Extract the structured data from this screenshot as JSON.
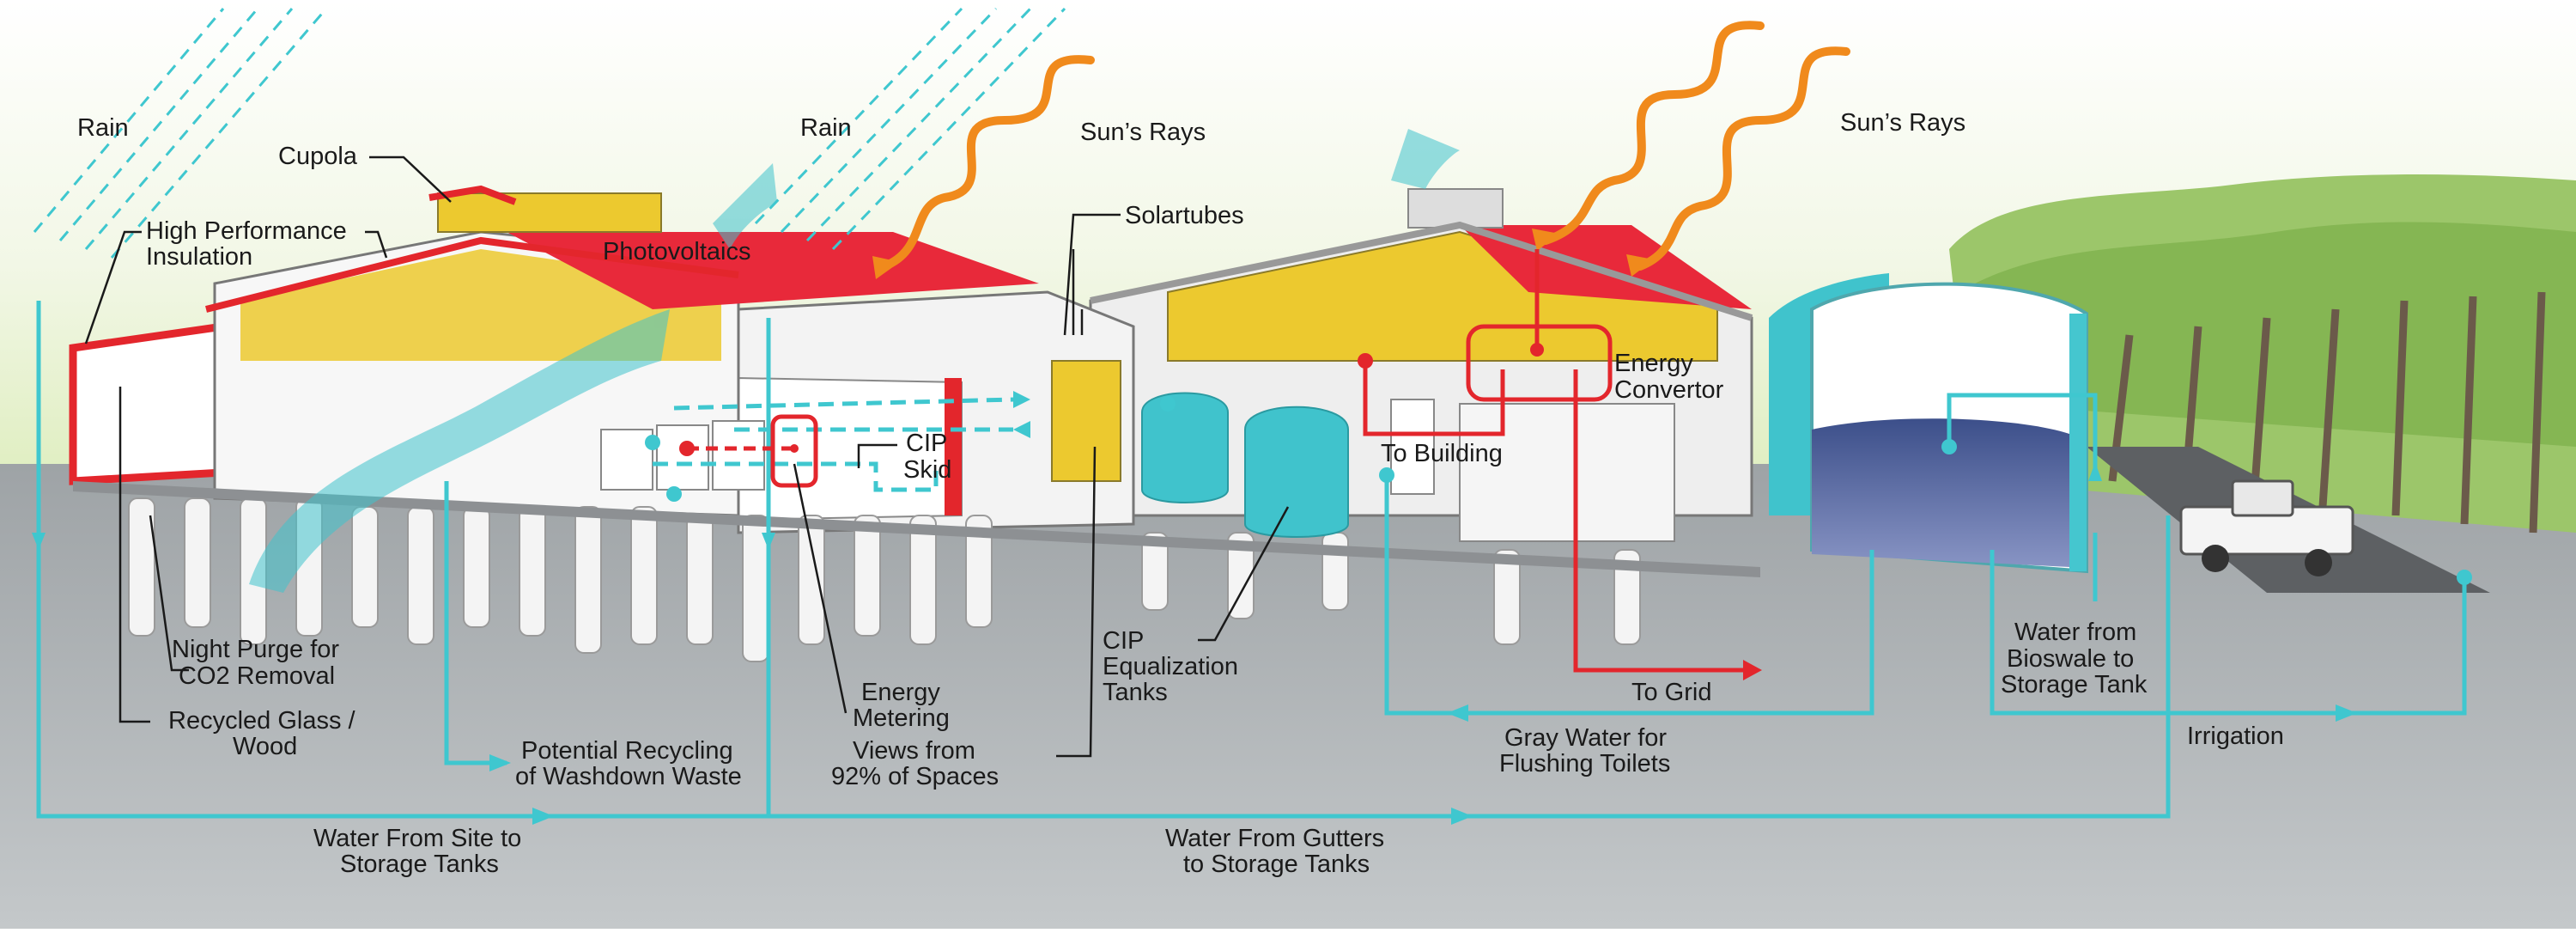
{
  "diagram": {
    "colors": {
      "water": "#3fc7cf",
      "energy": "#e3262c",
      "sun": "#f08a1c",
      "roof_solar": "#e8293a",
      "wall_yellow": "#ecc92f",
      "ground": "#a9adb0",
      "sky_green": "#e4efc8"
    },
    "labels": {
      "rain_left": "Rain",
      "rain_center": "Rain",
      "cupola": "Cupola",
      "insulation_1": "High Performance",
      "insulation_2": "Insulation",
      "photovoltaics": "Photovoltaics",
      "suns_rays_left": "Sun’s Rays",
      "suns_rays_right": "Sun’s Rays",
      "solartubes": "Solartubes",
      "cip_skid_1": "CIP",
      "cip_skid_2": "Skid",
      "energy_convertor_1": "Energy",
      "energy_convertor_2": "Convertor",
      "to_building": "To Building",
      "night_purge_1": "Night Purge for",
      "night_purge_2": "CO2 Removal",
      "recycled_1": "Recycled Glass /",
      "recycled_2": "Wood",
      "energy_metering_1": "Energy",
      "energy_metering_2": "Metering",
      "cip_eq_1": "CIP",
      "cip_eq_2": "Equalization",
      "cip_eq_3": "Tanks",
      "to_grid": "To Grid",
      "bioswale_1": "Water from",
      "bioswale_2": "Bioswale to",
      "bioswale_3": "Storage Tank",
      "gray_water_1": "Gray Water for",
      "gray_water_2": "Flushing Toilets",
      "irrigation": "Irrigation",
      "washdown_1": "Potential Recycling",
      "washdown_2": "of Washdown Waste",
      "views_1": "Views from",
      "views_2": "92% of Spaces",
      "site_water_1": "Water From Site to",
      "site_water_2": "Storage Tanks",
      "gutter_water_1": "Water From Gutters",
      "gutter_water_2": "to Storage Tanks"
    }
  }
}
